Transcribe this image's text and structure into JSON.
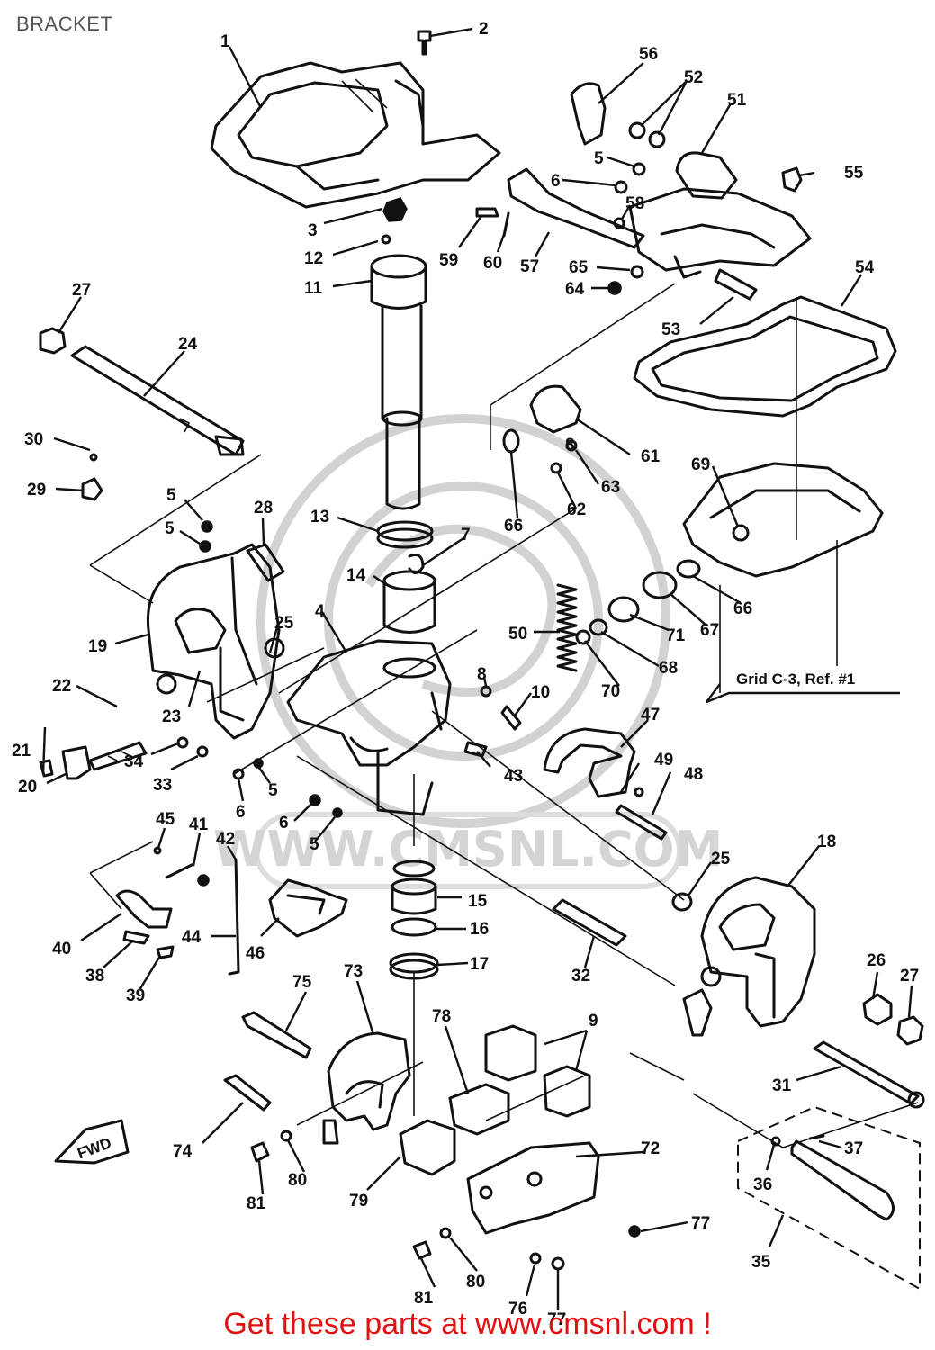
{
  "page": {
    "title": "BRACKET",
    "footer": "Get these parts at www.cmsnl.com !",
    "watermark": "WWW.CMSNL.COM",
    "grid_reference": "Grid C-3, Ref. #1",
    "forward_marker": "FWD"
  },
  "colors": {
    "background": "#ffffff",
    "line_art": "#111111",
    "title": "#555555",
    "footer": "#e01010",
    "watermark": "#d2d2d2"
  },
  "callouts": [
    {
      "id": "c1",
      "label": "1"
    },
    {
      "id": "c2",
      "label": "2"
    },
    {
      "id": "c3",
      "label": "3"
    },
    {
      "id": "c12",
      "label": "12"
    },
    {
      "id": "c11",
      "label": "11"
    },
    {
      "id": "c56",
      "label": "56"
    },
    {
      "id": "c52",
      "label": "52"
    },
    {
      "id": "c51",
      "label": "51"
    },
    {
      "id": "c5a",
      "label": "5"
    },
    {
      "id": "c6a",
      "label": "6"
    },
    {
      "id": "c55",
      "label": "55"
    },
    {
      "id": "c58",
      "label": "58"
    },
    {
      "id": "c59",
      "label": "59"
    },
    {
      "id": "c60",
      "label": "60"
    },
    {
      "id": "c57",
      "label": "57"
    },
    {
      "id": "c65",
      "label": "65"
    },
    {
      "id": "c64",
      "label": "64"
    },
    {
      "id": "c54",
      "label": "54"
    },
    {
      "id": "c53",
      "label": "53"
    },
    {
      "id": "c27a",
      "label": "27"
    },
    {
      "id": "c24",
      "label": "24"
    },
    {
      "id": "c30",
      "label": "30"
    },
    {
      "id": "c29",
      "label": "29"
    },
    {
      "id": "c5b",
      "label": "5"
    },
    {
      "id": "c5c",
      "label": "5"
    },
    {
      "id": "c28",
      "label": "28"
    },
    {
      "id": "c13",
      "label": "13"
    },
    {
      "id": "c7",
      "label": "7"
    },
    {
      "id": "c61",
      "label": "61"
    },
    {
      "id": "c8a",
      "label": "8"
    },
    {
      "id": "c63",
      "label": "63"
    },
    {
      "id": "c62",
      "label": "62"
    },
    {
      "id": "c66a",
      "label": "66"
    },
    {
      "id": "c69",
      "label": "69"
    },
    {
      "id": "c14",
      "label": "14"
    },
    {
      "id": "c66b",
      "label": "66"
    },
    {
      "id": "c67",
      "label": "67"
    },
    {
      "id": "c71",
      "label": "71"
    },
    {
      "id": "c68",
      "label": "68"
    },
    {
      "id": "c70",
      "label": "70"
    },
    {
      "id": "c50",
      "label": "50"
    },
    {
      "id": "c4",
      "label": "4"
    },
    {
      "id": "c19",
      "label": "19"
    },
    {
      "id": "c25a",
      "label": "25"
    },
    {
      "id": "c22",
      "label": "22"
    },
    {
      "id": "c23",
      "label": "23"
    },
    {
      "id": "c8b",
      "label": "8"
    },
    {
      "id": "c10",
      "label": "10"
    },
    {
      "id": "c47",
      "label": "47"
    },
    {
      "id": "c21",
      "label": "21"
    },
    {
      "id": "c34",
      "label": "34"
    },
    {
      "id": "c33",
      "label": "33"
    },
    {
      "id": "c20",
      "label": "20"
    },
    {
      "id": "c43",
      "label": "43"
    },
    {
      "id": "c49",
      "label": "49"
    },
    {
      "id": "c48",
      "label": "48"
    },
    {
      "id": "c6b",
      "label": "6"
    },
    {
      "id": "c5d",
      "label": "5"
    },
    {
      "id": "c6c",
      "label": "6"
    },
    {
      "id": "c5e",
      "label": "5"
    },
    {
      "id": "c45",
      "label": "45"
    },
    {
      "id": "c41",
      "label": "41"
    },
    {
      "id": "c42",
      "label": "42"
    },
    {
      "id": "c25b",
      "label": "25"
    },
    {
      "id": "c18",
      "label": "18"
    },
    {
      "id": "c15",
      "label": "15"
    },
    {
      "id": "c16",
      "label": "16"
    },
    {
      "id": "c17",
      "label": "17"
    },
    {
      "id": "c44",
      "label": "44"
    },
    {
      "id": "c46",
      "label": "46"
    },
    {
      "id": "c40",
      "label": "40"
    },
    {
      "id": "c38",
      "label": "38"
    },
    {
      "id": "c39",
      "label": "39"
    },
    {
      "id": "c32",
      "label": "32"
    },
    {
      "id": "c26",
      "label": "26"
    },
    {
      "id": "c27b",
      "label": "27"
    },
    {
      "id": "c75",
      "label": "75"
    },
    {
      "id": "c73",
      "label": "73"
    },
    {
      "id": "c78",
      "label": "78"
    },
    {
      "id": "c9",
      "label": "9"
    },
    {
      "id": "c31",
      "label": "31"
    },
    {
      "id": "c74",
      "label": "74"
    },
    {
      "id": "c72",
      "label": "72"
    },
    {
      "id": "c37",
      "label": "37"
    },
    {
      "id": "c36",
      "label": "36"
    },
    {
      "id": "c80a",
      "label": "80"
    },
    {
      "id": "c81a",
      "label": "81"
    },
    {
      "id": "c79",
      "label": "79"
    },
    {
      "id": "c77a",
      "label": "77"
    },
    {
      "id": "c35",
      "label": "35"
    },
    {
      "id": "c80b",
      "label": "80"
    },
    {
      "id": "c81b",
      "label": "81"
    },
    {
      "id": "c76",
      "label": "76"
    },
    {
      "id": "c77b",
      "label": "77"
    }
  ]
}
